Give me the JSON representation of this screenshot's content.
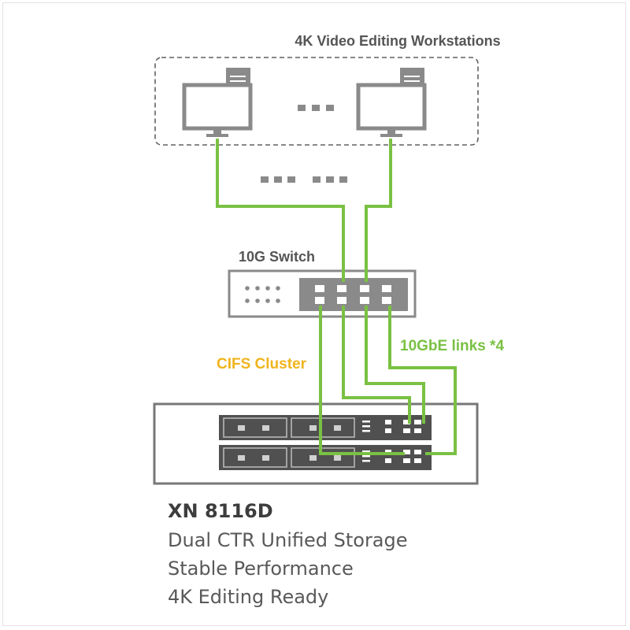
{
  "diagram": {
    "workstations_label": "4K Video Editing Workstations",
    "switch_label": "10G Switch",
    "cluster_label": "CIFS Cluster",
    "links_label": "10GbE links *4"
  },
  "product": {
    "model": "XN 8116D",
    "lines": [
      "Dual CTR Unified Storage",
      "Stable Performance",
      "4K Editing Ready"
    ]
  },
  "colors": {
    "link": "#7ac143",
    "cluster": "#f0b41c",
    "device": "#8a8a8a",
    "dark": "#505050",
    "text": "#555555"
  }
}
